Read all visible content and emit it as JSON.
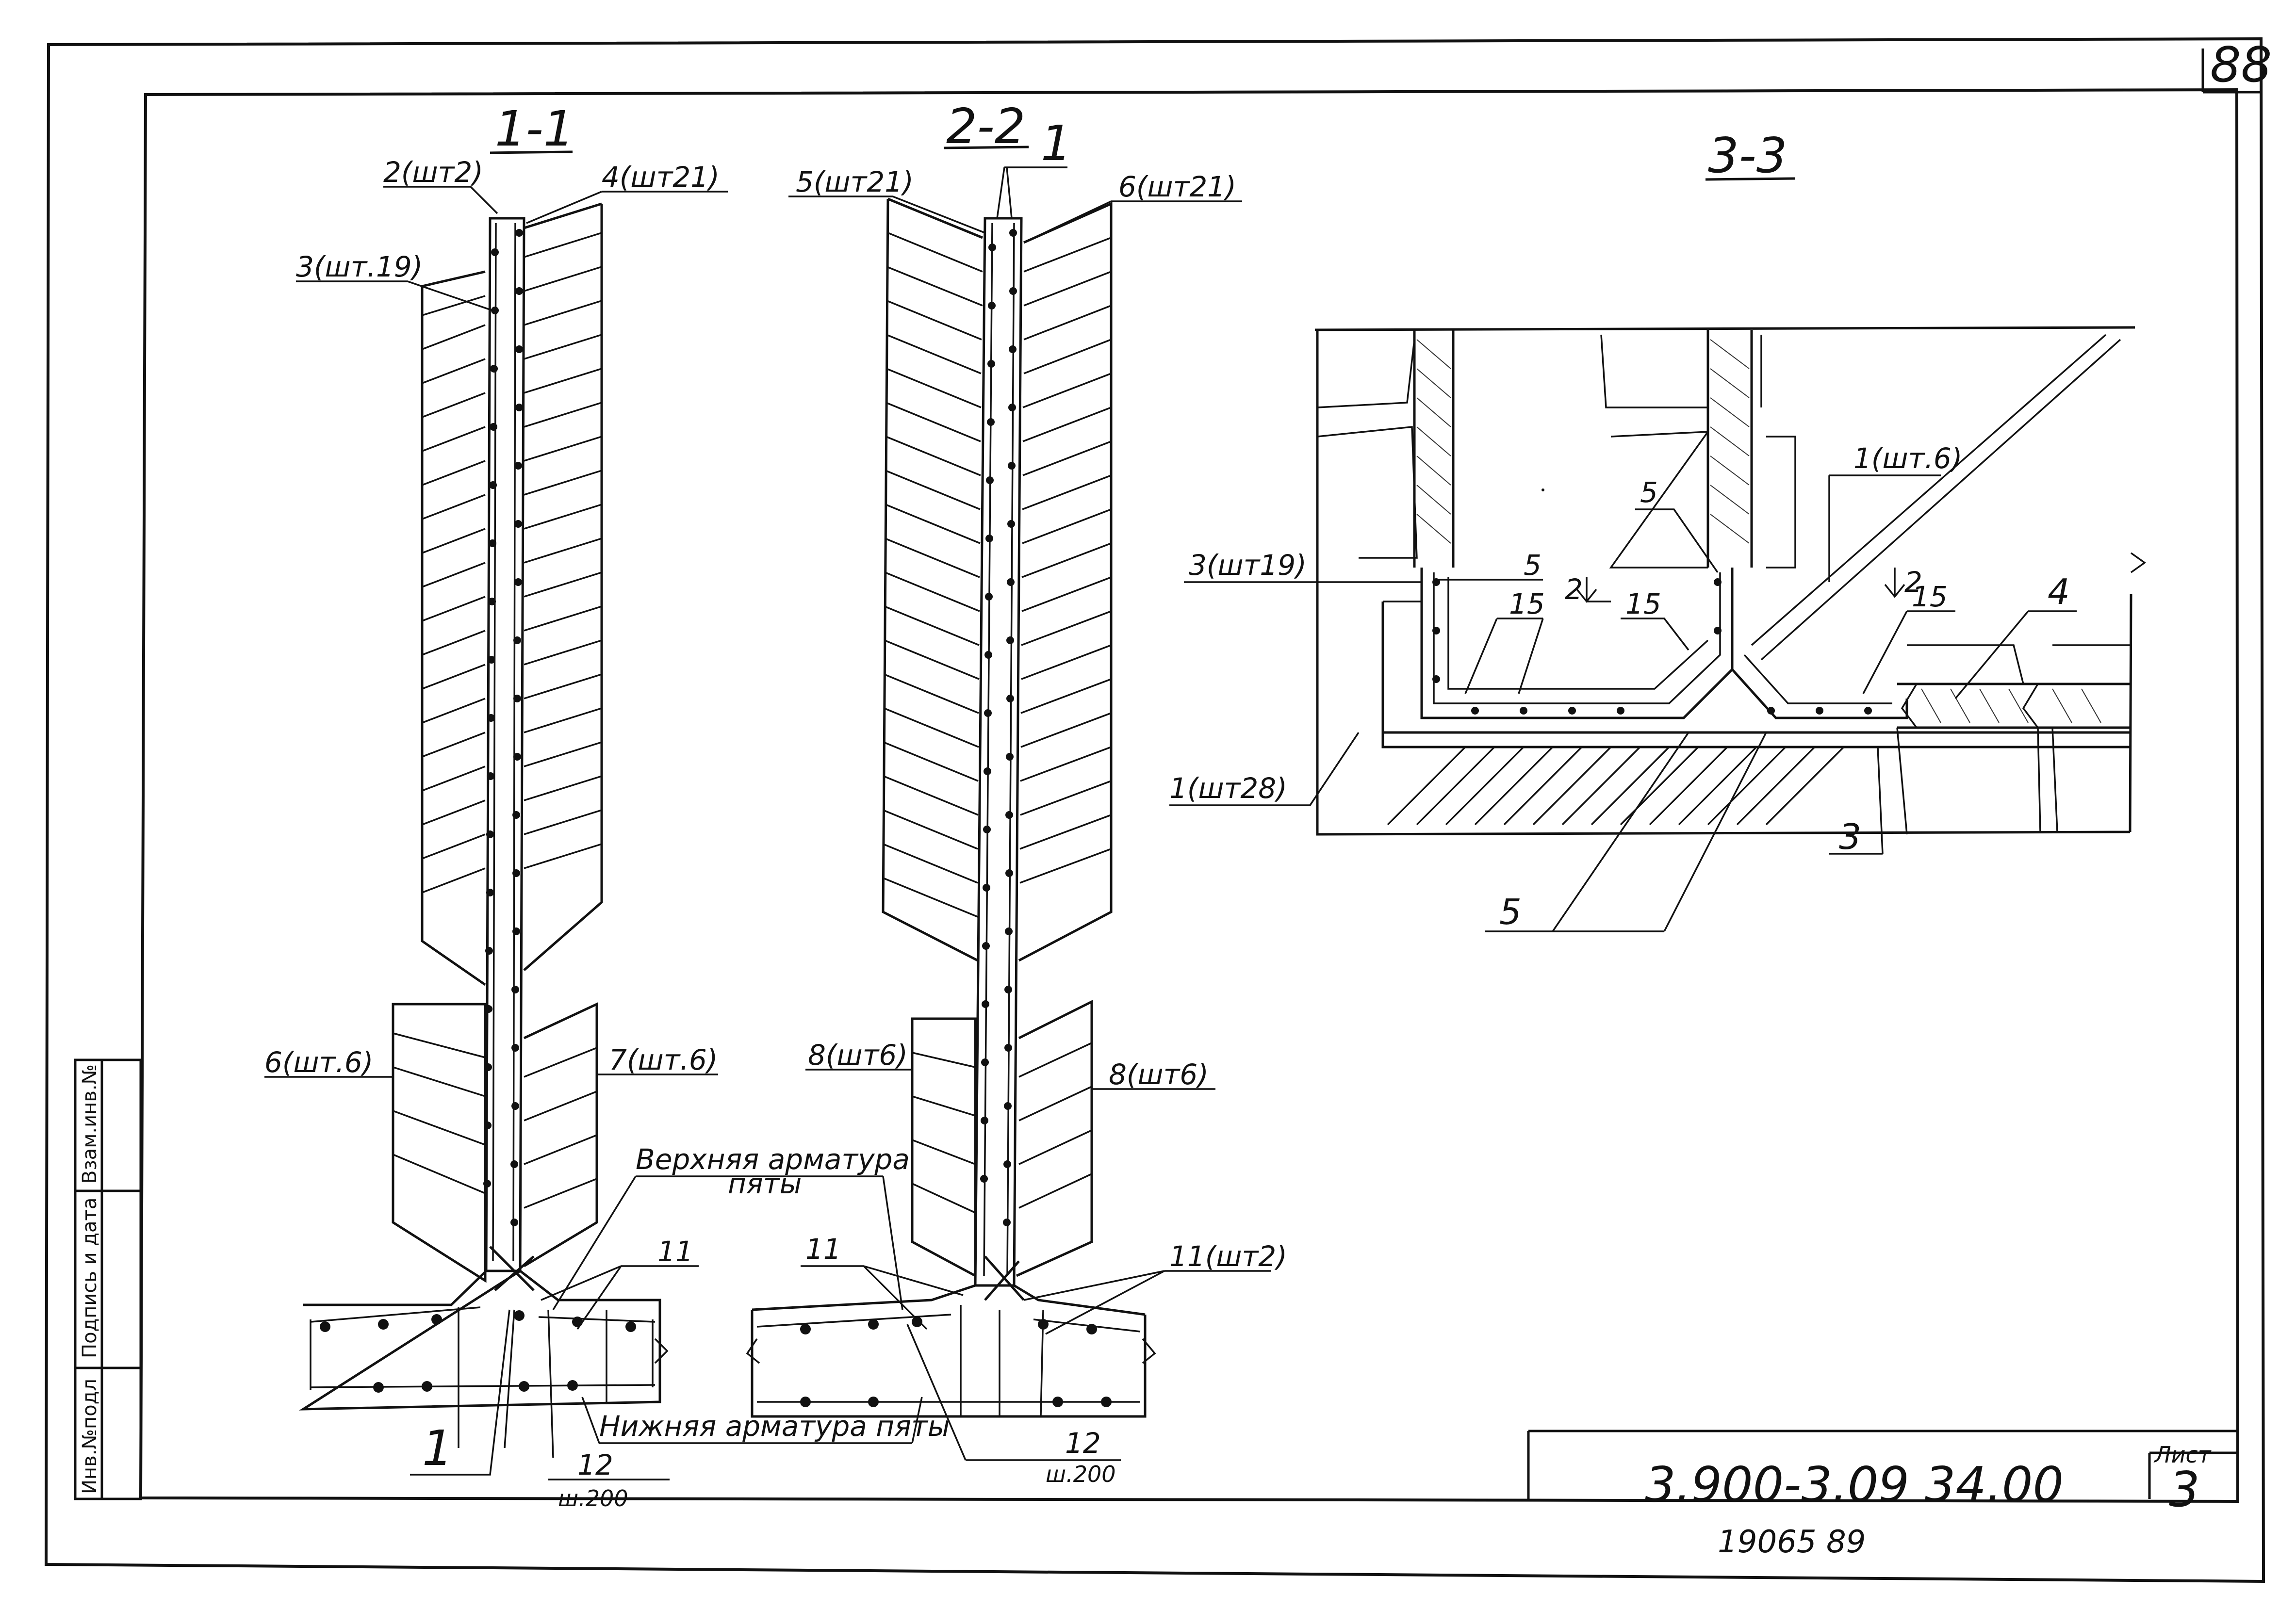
{
  "sheet_number_top": "88",
  "sections": {
    "s11": {
      "title": "1-1",
      "labels": {
        "l2": "2(шт2)",
        "l4": "4(шт21)",
        "l3": "3(шт.19)",
        "l6": "6(шт.6)",
        "l7": "7(шт.6)",
        "l11": "11",
        "l1": "1",
        "l12": "12",
        "l12step": "ш.200"
      }
    },
    "s22": {
      "title": "2-2",
      "labels": {
        "l1": "1",
        "l5": "5(шт21)",
        "l6": "6(шт21)",
        "l8a": "8(шт6)",
        "l8b": "8(шт6)",
        "l11": "11",
        "l11b": "11(шт2)",
        "l12": "12",
        "l12step": "ш.200"
      }
    },
    "s33": {
      "title": "3-3",
      "labels": {
        "l1_6": "1(шт.6)",
        "l5a": "5",
        "l5b": "5",
        "l5c": "5",
        "l3_19": "3(шт19)",
        "l2a": "2",
        "l2b": "2",
        "l15a": "15",
        "l15b": "15",
        "l15c": "15",
        "l4": "4",
        "l1_28": "1(шт28)",
        "l3": "3"
      }
    }
  },
  "notes": {
    "top_reinf_line1": "Верхняя арматура",
    "top_reinf_line2": "пяты",
    "bottom_reinf": "Нижняя арматура пяты"
  },
  "stamp": {
    "inv_orig": "Инв.№подл",
    "sign_date": "Подпись и дата",
    "vzam": "Взам.инв.№"
  },
  "title_block": {
    "code": "3.900-3.09 34.00",
    "sheet_label": "Лист",
    "sheet_number": "3",
    "bottom_number": "19065 89"
  }
}
